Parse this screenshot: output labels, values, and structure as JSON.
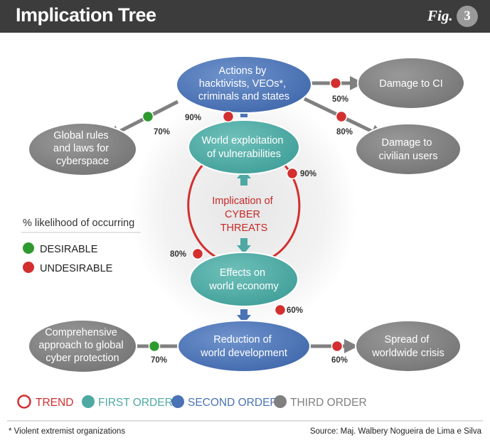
{
  "header": {
    "title": "Implication Tree",
    "fig_label": "Fig.",
    "fig_number": "3"
  },
  "colors": {
    "trend": "#d32f2f",
    "first_order": "#4ea9a3",
    "second_order": "#4a73b5",
    "third_order": "#808080",
    "desirable": "#2e9a2e",
    "undesirable": "#d32f2f"
  },
  "center": {
    "lines": [
      "Implication of",
      "CYBER",
      "THREATS"
    ]
  },
  "nodes": {
    "actions": {
      "lines": [
        "Actions by",
        "hacktivists, VEOs*,",
        "criminals and states"
      ]
    },
    "world_exploitation": {
      "lines": [
        "World exploitation",
        "of vulnerabilities"
      ]
    },
    "effects_economy": {
      "lines": [
        "Effects on",
        "world economy"
      ]
    },
    "reduction_development": {
      "lines": [
        "Reduction of",
        "world development"
      ]
    },
    "damage_ci": {
      "lines": [
        "Damage to CI"
      ]
    },
    "damage_civilian": {
      "lines": [
        "Damage to",
        "civilian users"
      ]
    },
    "global_rules": {
      "lines": [
        "Global rules",
        "and laws for",
        "cyberspace"
      ]
    },
    "comprehensive": {
      "lines": [
        "Comprehensive",
        "approach to global",
        "cyber protection"
      ]
    },
    "spread_crisis": {
      "lines": [
        "Spread of",
        "worldwide crisis"
      ]
    }
  },
  "likelihoods": {
    "global_rules": "70%",
    "actions_from_exploitation": "90%",
    "damage_ci": "50%",
    "damage_civilian": "80%",
    "trend_right": "90%",
    "trend_left": "80%",
    "reduction_development": "60%",
    "comprehensive": "70%",
    "spread_crisis": "60%"
  },
  "legend": {
    "likelihood_title": "% likelihood of occurring",
    "desirable": "DESIRABLE",
    "undesirable": "UNDESIRABLE",
    "trend": "TREND",
    "first_order": "FIRST ORDER",
    "second_order": "SECOND ORDER",
    "third_order": "THIRD ORDER"
  },
  "footer": {
    "note": "* Violent extremist organizations",
    "source": "Source: Maj. Walbery Nogueira de Lima e Silva"
  }
}
